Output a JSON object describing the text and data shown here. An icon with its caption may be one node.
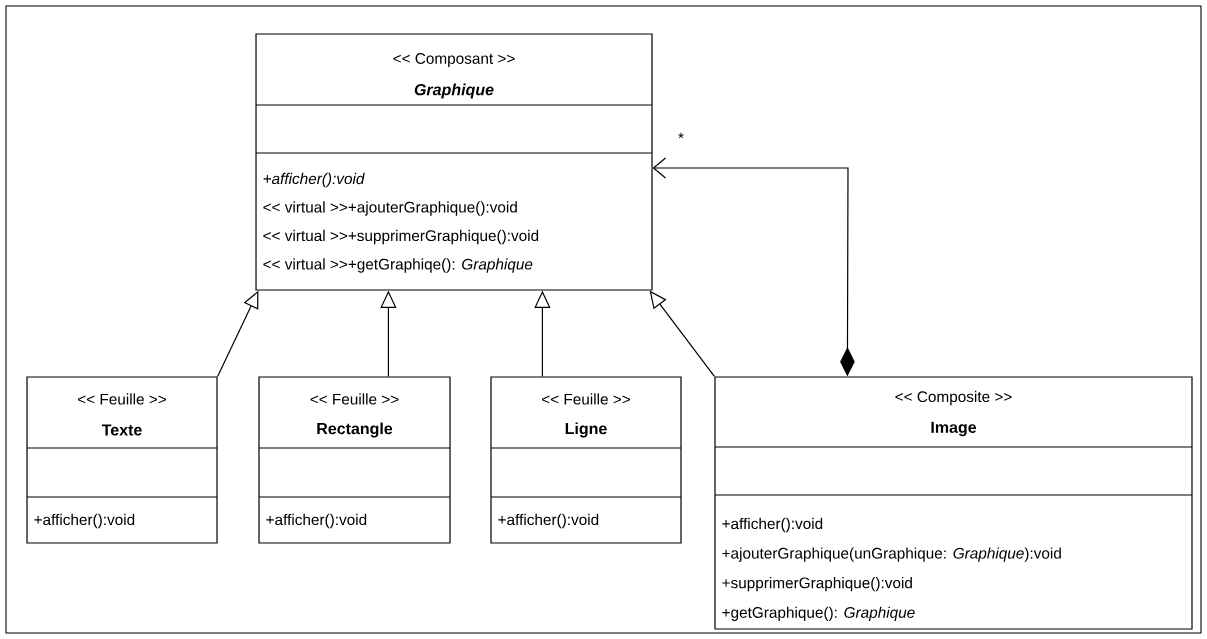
{
  "diagram": {
    "nodes": [
      {
        "text": [
          "<< Composant >>",
          "Graphique",
          "+afficher():void",
          "<< virtual >>+ajouterGraphique():void",
          "<< virtual >>+supprimerGraphique():void",
          "<< virtual >>+getGraphiqe(): *Graphique*"
        ]
      },
      {
        "text": [
          "<< Feuille >>",
          "Texte",
          "+afficher():void"
        ]
      },
      {
        "text": [
          "<< Feuille >>",
          "Rectangle",
          "+afficher():void"
        ]
      },
      {
        "text": [
          "<< Feuille >>",
          "Ligne",
          "+afficher():void"
        ]
      },
      {
        "text": [
          "<< Composite >>",
          "Image",
          "+afficher():void",
          "+ajouterGraphique(unGraphique: *Graphique*):void",
          "+supprimerGraphique():void",
          "+getGraphique(): *Graphique*"
        ]
      }
    ],
    "edges": [
      {
        "from": 1,
        "to": 0,
        "arrow": "to"
      },
      {
        "from": 2,
        "to": 0,
        "arrow": "to"
      },
      {
        "from": 3,
        "to": 0,
        "arrow": "to"
      },
      {
        "from": 4,
        "to": 0,
        "arrow": "to"
      },
      {
        "from": 4,
        "to": 0,
        "arrow": "to",
        "label": "*"
      }
    ]
  }
}
